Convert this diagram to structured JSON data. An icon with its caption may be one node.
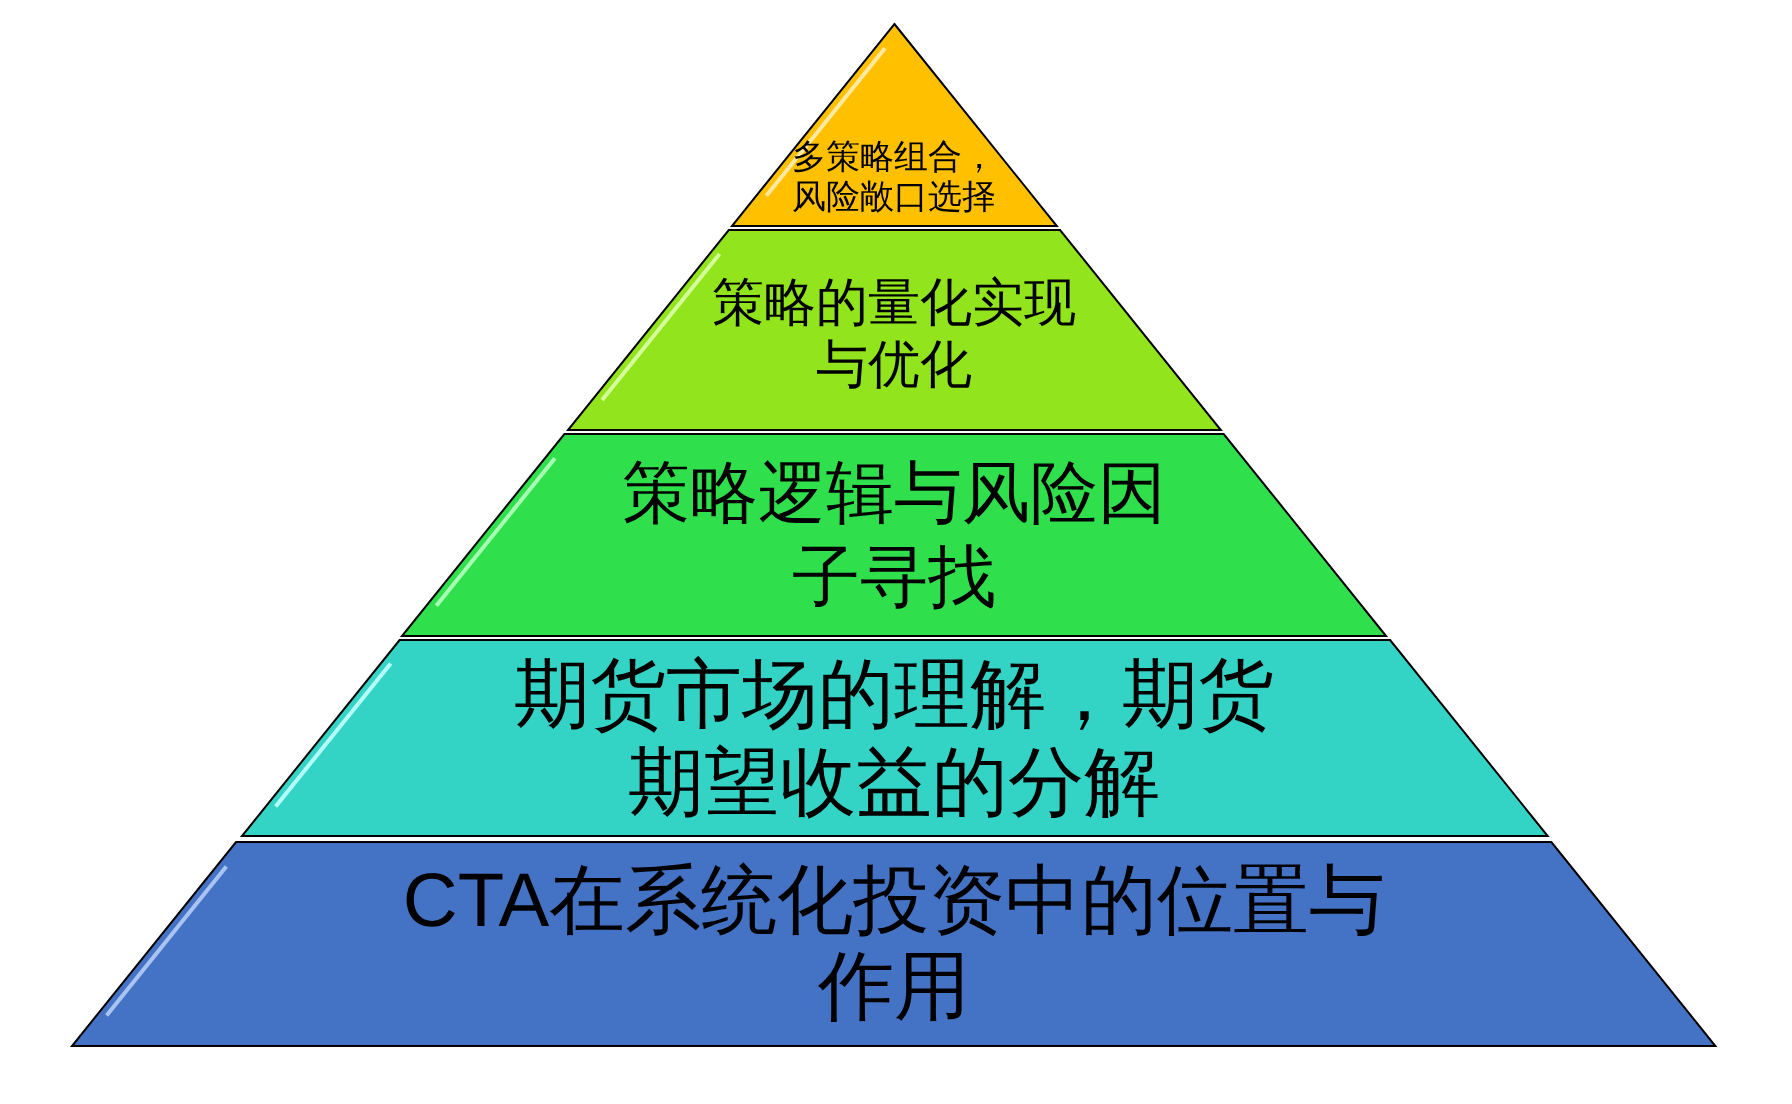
{
  "diagram": {
    "nodes": [
      {
        "text": [
          "多策略组合，风险敞口选择"
        ]
      },
      {
        "text": [
          "策略的量化实现与优化"
        ]
      },
      {
        "text": [
          "策略逻辑与风险因子寻找"
        ]
      },
      {
        "text": [
          "期货市场的理解，期货期望收益的分解"
        ]
      },
      {
        "text": [
          "CTA在系统化投资中的位置与作用"
        ]
      }
    ]
  }
}
